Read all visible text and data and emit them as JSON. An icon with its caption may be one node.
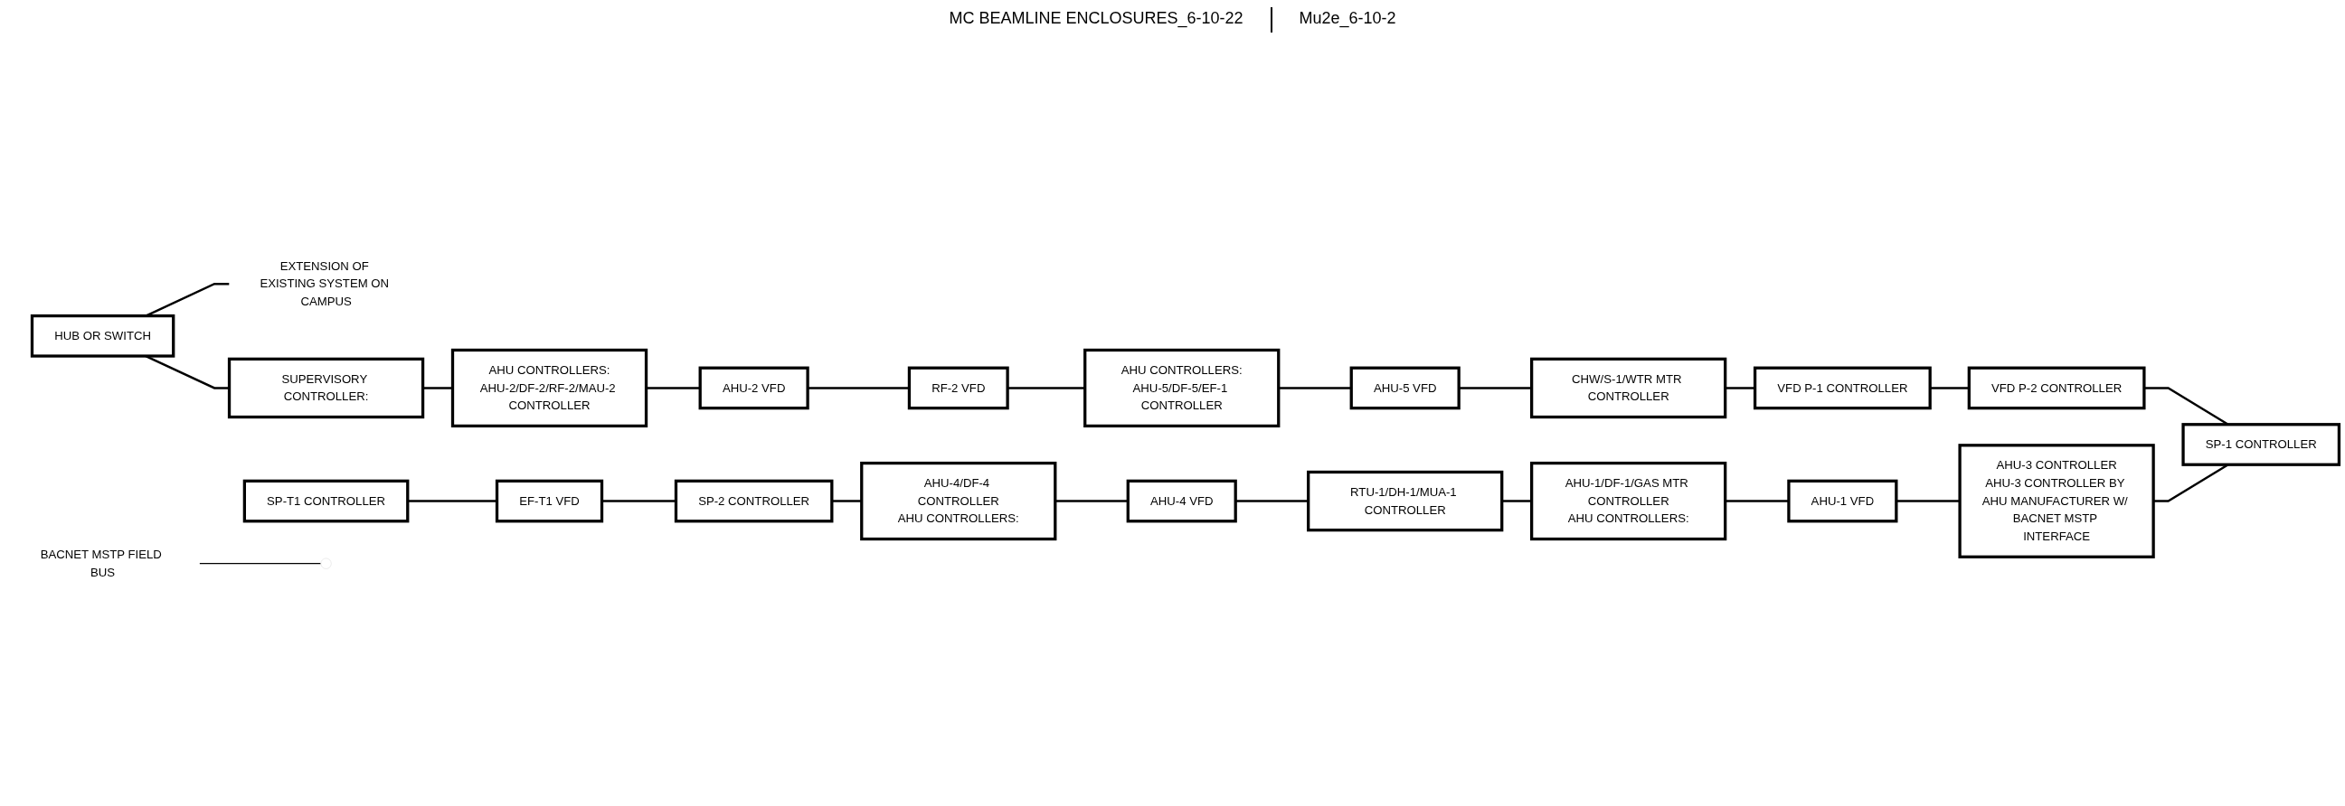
{
  "diagram": {
    "nodes": [
      {
        "text": [
          "HUB OR SWITCH"
        ]
      },
      {
        "text": [
          "EXTENSION OF EXISTING SYSTEM ON CAMPUS"
        ]
      },
      {
        "text": [
          "SUPERVISORY CONTROLLER:"
        ]
      },
      {
        "text": [
          "AHU CONTROLLERS:",
          "AHU-2/DF-2/RF-2/MAU-2 CONTROLLER"
        ]
      },
      {
        "text": [
          "AHU-2 VFD"
        ]
      },
      {
        "text": [
          "RF-2 VFD"
        ]
      },
      {
        "text": [
          "AHU CONTROLLERS:",
          "AHU-5/DF-5/EF-1 CONTROLLER"
        ]
      },
      {
        "text": [
          "AHU-5 VFD"
        ]
      },
      {
        "text": [
          "CHW/S-1/WTR MTR CONTROLLER"
        ]
      },
      {
        "text": [
          "VFD P-1 CONTROLLER"
        ]
      },
      {
        "text": [
          "VFD P-2 CONTROLLER"
        ]
      },
      {
        "text": [
          "SP-T1 CONTROLLER"
        ]
      },
      {
        "text": [
          "EF-T1 VFD"
        ]
      },
      {
        "text": [
          "SP-2 CONTROLLER"
        ]
      },
      {
        "text": [
          "AHU-4/DF-4 CONTROLLER",
          "AHU CONTROLLERS:"
        ]
      },
      {
        "text": [
          "AHU-4 VFD"
        ]
      },
      {
        "text": [
          "RTU-1/DH-1/MUA-1 CONTROLLER"
        ]
      },
      {
        "text": [
          "AHU-1/DF-1/GAS MTR CONTROLLER",
          "AHU CONTROLLERS:"
        ]
      },
      {
        "text": [
          "AHU-1 VFD"
        ]
      },
      {
        "text": [
          "AHU-3 CONTROLLER",
          "AHU-3 CONTROLLER BY AHU MANUFACTURER W/ BACNET MSTP INTERFACE"
        ]
      },
      {
        "text": [
          "SP-1 CONTROLLER"
        ]
      },
      {
        "text": [
          "BACNET MSTP FIELD BUS"
        ]
      }
    ],
    "edges": [
      {
        "from": 0,
        "to": 1,
        "arrow": "none"
      },
      {
        "from": 0,
        "to": 2,
        "arrow": "none"
      },
      {
        "from": 2,
        "to": 3,
        "arrow": "none"
      },
      {
        "from": 3,
        "to": 4,
        "arrow": "none"
      },
      {
        "from": 4,
        "to": 5,
        "arrow": "none"
      },
      {
        "from": 5,
        "to": 6,
        "arrow": "none"
      },
      {
        "from": 6,
        "to": 7,
        "arrow": "none"
      },
      {
        "from": 7,
        "to": 8,
        "arrow": "none"
      },
      {
        "from": 8,
        "to": 9,
        "arrow": "none"
      },
      {
        "from": 9,
        "to": 10,
        "arrow": "none"
      },
      {
        "from": 10,
        "to": 20,
        "arrow": "none"
      },
      {
        "from": 11,
        "to": 12,
        "arrow": "none"
      },
      {
        "from": 12,
        "to": 13,
        "arrow": "none"
      },
      {
        "from": 13,
        "to": 14,
        "arrow": "none"
      },
      {
        "from": 14,
        "to": 15,
        "arrow": "none"
      },
      {
        "from": 15,
        "to": 16,
        "arrow": "none"
      },
      {
        "from": 16,
        "to": 17,
        "arrow": "none"
      },
      {
        "from": 17,
        "to": 18,
        "arrow": "none"
      },
      {
        "from": 18,
        "to": 19,
        "arrow": "none"
      },
      {
        "from": 19,
        "to": 20,
        "arrow": "none"
      },
      {
        "from": 21,
        "to": null,
        "arrow": "none"
      }
    ],
    "labels": [
      "MC BEAMLINE ENCLOSURES_6-10-22",
      "Mu2e_6-10-2"
    ]
  }
}
